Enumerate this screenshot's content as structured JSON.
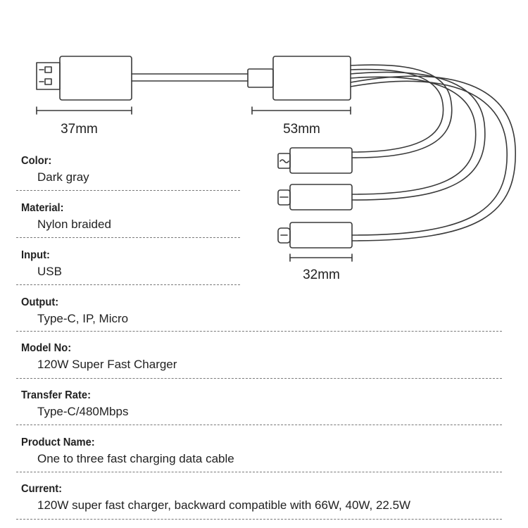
{
  "dimensions": {
    "usb_length": "37mm",
    "hub_length": "53mm",
    "tip_length": "32mm"
  },
  "specs": [
    {
      "label": "Color:",
      "value": "Dark gray"
    },
    {
      "label": "Material:",
      "value": "Nylon braided"
    },
    {
      "label": "Input:",
      "value": "USB"
    },
    {
      "label": "Output:",
      "value": "Type-C, IP, Micro"
    },
    {
      "label": "Model No:",
      "value": "120W Super Fast Charger"
    },
    {
      "label": "Transfer Rate:",
      "value": "Type-C/480Mbps"
    },
    {
      "label": "Product Name:",
      "value": "One to three fast charging data cable"
    },
    {
      "label": "Current:",
      "value": "120W super fast charger, backward compatible with 66W, 40W, 22.5W"
    }
  ],
  "colors": {
    "line": "#3a3a3a",
    "separator": "#7a7a7a",
    "text": "#222222"
  }
}
